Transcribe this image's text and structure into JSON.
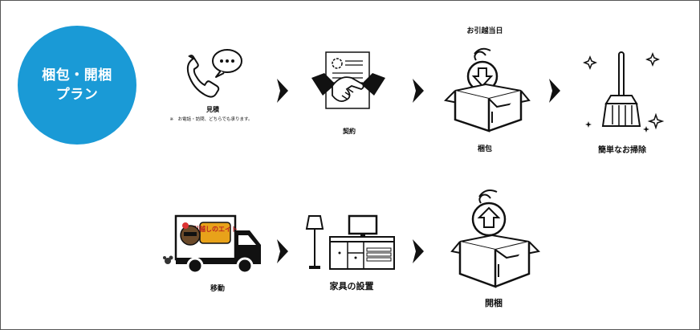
{
  "title": {
    "line1": "梱包・開梱",
    "line2": "プラン"
  },
  "colors": {
    "badge": "#1a9ad6",
    "ink": "#111111",
    "truck_sign": "#e8a21a"
  },
  "steps": {
    "estimate": {
      "label": "見積",
      "note": "※　お電話・訪問、どちらでも承ります。",
      "icon": "phone-chat-icon"
    },
    "contract": {
      "label": "契約",
      "icon": "handshake-icon"
    },
    "moving_day": {
      "caption": "お引越当日"
    },
    "packing": {
      "label": "梱包",
      "icon": "box-down-arrow-icon"
    },
    "cleaning": {
      "label": "簡単なお掃除",
      "icon": "broom-icon"
    },
    "transport": {
      "label": "移動",
      "icon": "truck-icon",
      "truck_sign_text": "引越しのエイト"
    },
    "furniture": {
      "label": "家具の設置",
      "icon": "furniture-icon"
    },
    "unpacking": {
      "label": "開梱",
      "icon": "box-up-arrow-icon"
    }
  }
}
